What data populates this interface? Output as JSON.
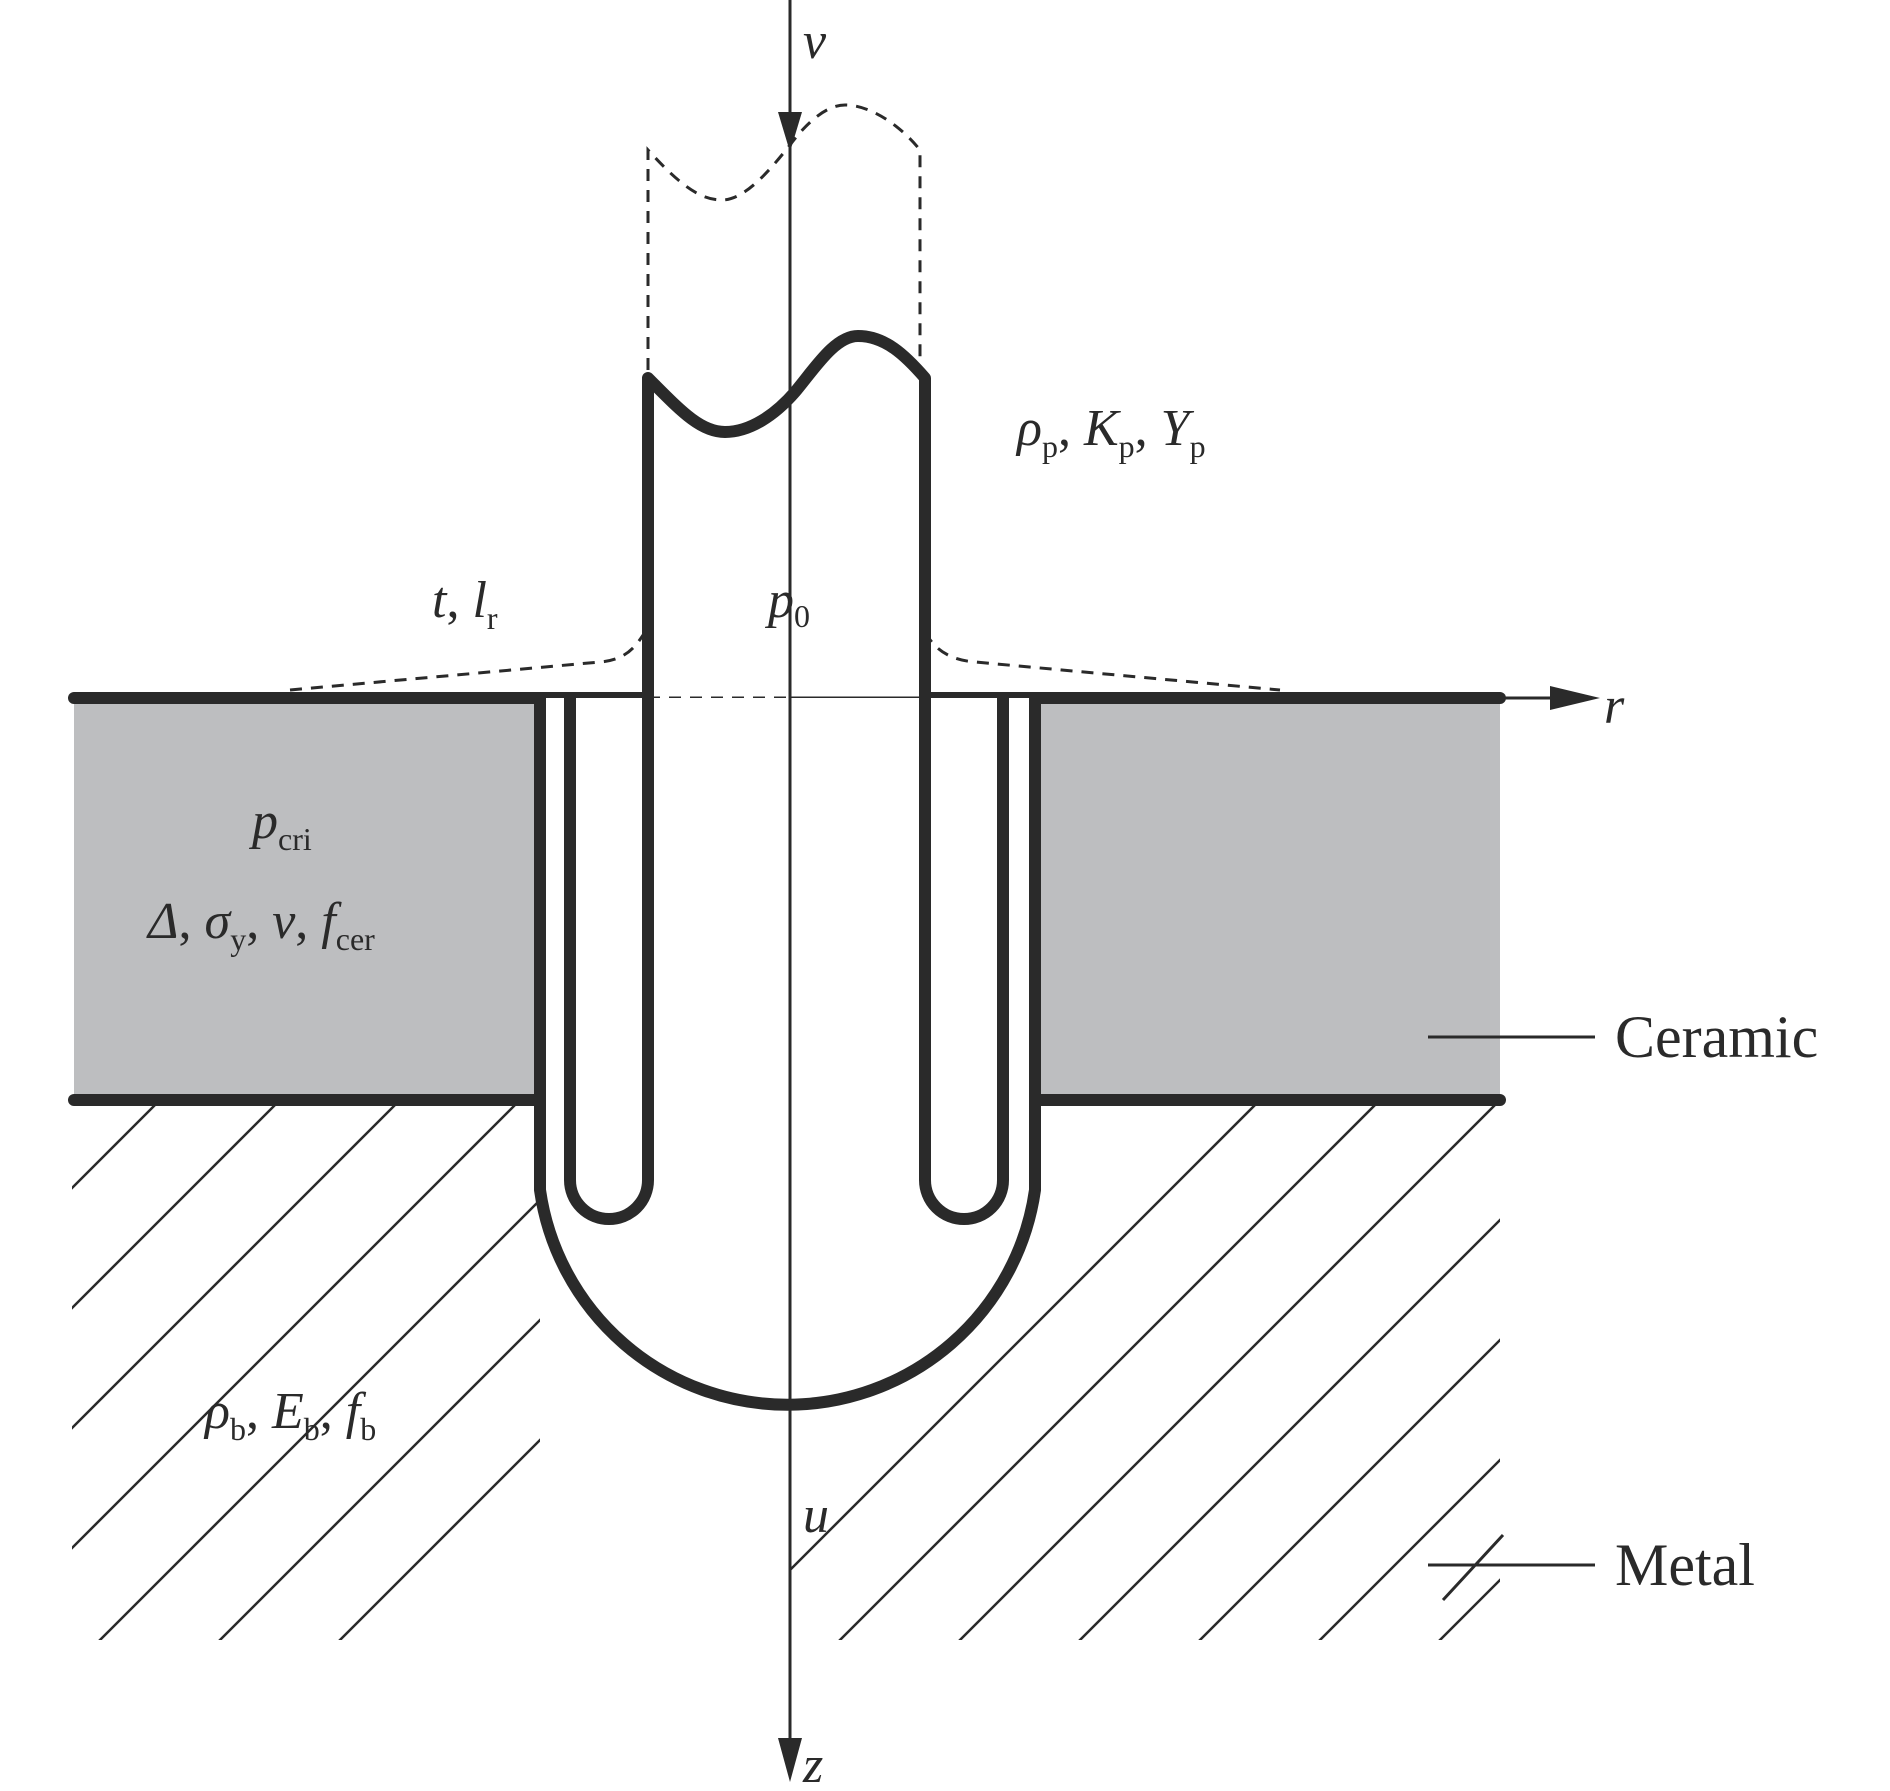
{
  "colors": {
    "ink": "#2a2a2a",
    "ceramic_fill": "#bdbec0",
    "background": "#ffffff"
  },
  "labels": {
    "velocity_v": "v",
    "projectile_props": {
      "rho": "ρ",
      "rho_sub": "p",
      "K": "K",
      "K_sub": "p",
      "Y": "Y",
      "Y_sub": "p",
      "sep": ", "
    },
    "erosion": {
      "t": "t",
      "sep": ", ",
      "l": "l",
      "l_sub": "r"
    },
    "pressure_p0": {
      "p": "p",
      "sub": "0"
    },
    "axis_r": "r",
    "ceramic_props": {
      "p": "p",
      "p_sub": "cri",
      "delta": "Δ",
      "sigma": "σ",
      "sigma_sub": "y",
      "nu": "v",
      "f": "f",
      "f_sub": "cer",
      "sep": ", "
    },
    "backing_props": {
      "rho": "ρ",
      "rho_sub": "b",
      "E": "E",
      "E_sub": "b",
      "f": "f",
      "f_sub": "b",
      "sep": ", "
    },
    "penetration_u": "u",
    "axis_z": "z"
  },
  "legend": {
    "ceramic": "Ceramic",
    "metal": "Metal"
  }
}
